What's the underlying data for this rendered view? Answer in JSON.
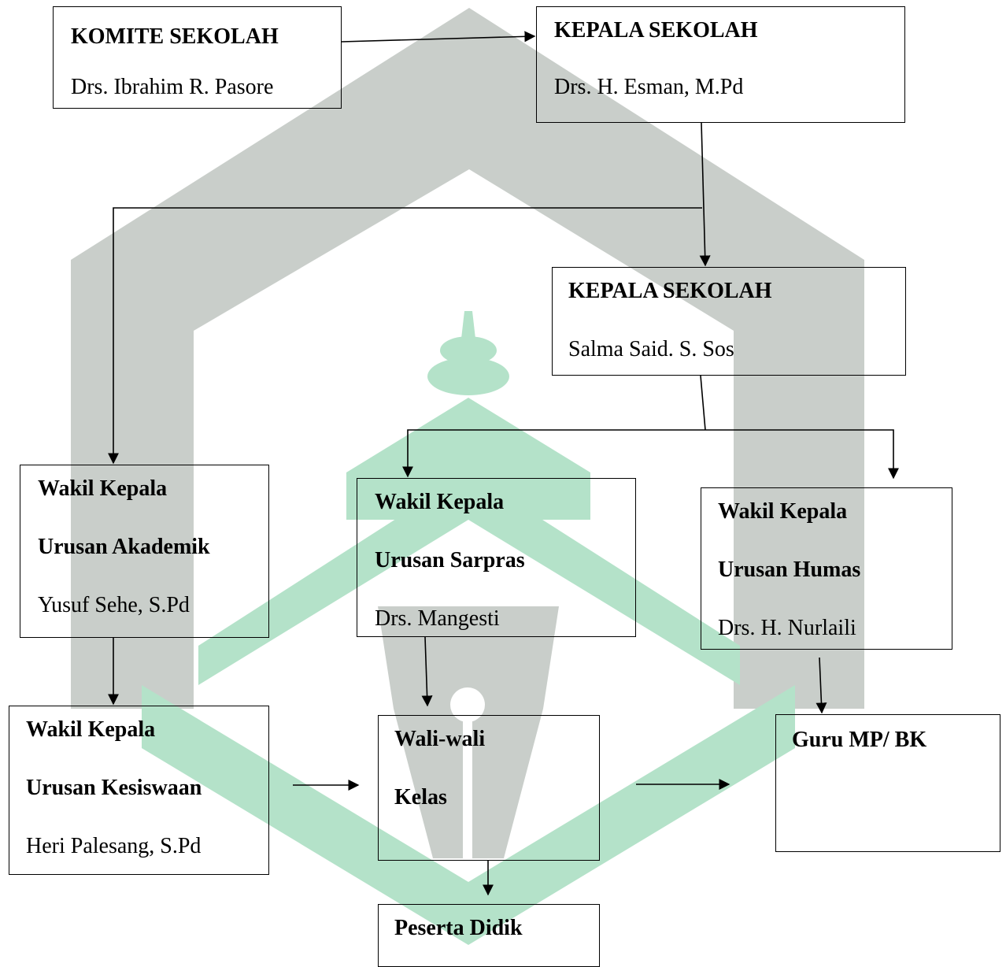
{
  "boxes": {
    "komite": {
      "title": "KOMITE SEKOLAH",
      "name": "Drs. Ibrahim R. Pasore"
    },
    "kepala1": {
      "title": "KEPALA SEKOLAH",
      "name": "Drs. H. Esman, M.Pd"
    },
    "kepala2": {
      "title": "KEPALA SEKOLAH",
      "name": "Salma Said. S. Sos"
    },
    "akademik": {
      "line1": "Wakil Kepala",
      "line2": "Urusan Akademik",
      "name": "Yusuf Sehe, S.Pd"
    },
    "sarpras": {
      "line1": "Wakil Kepala",
      "line2": "Urusan Sarpras",
      "name": "Drs. Mangesti"
    },
    "humas": {
      "line1": "Wakil Kepala",
      "line2": "Urusan Humas",
      "name": "Drs. H. Nurlaili"
    },
    "kesiswaan": {
      "line1": "Wakil Kepala",
      "line2": "Urusan Kesiswaan",
      "name": "Heri Palesang, S.Pd"
    },
    "walikelas": {
      "line1": "Wali-wali",
      "line2": "Kelas"
    },
    "guru": {
      "line1": "Guru MP/ BK"
    },
    "peserta": {
      "line1": "Peserta Didik"
    }
  },
  "colors": {
    "watermark_gray": "#c9ceca",
    "watermark_green": "#b4e2c9",
    "line": "#000000"
  }
}
